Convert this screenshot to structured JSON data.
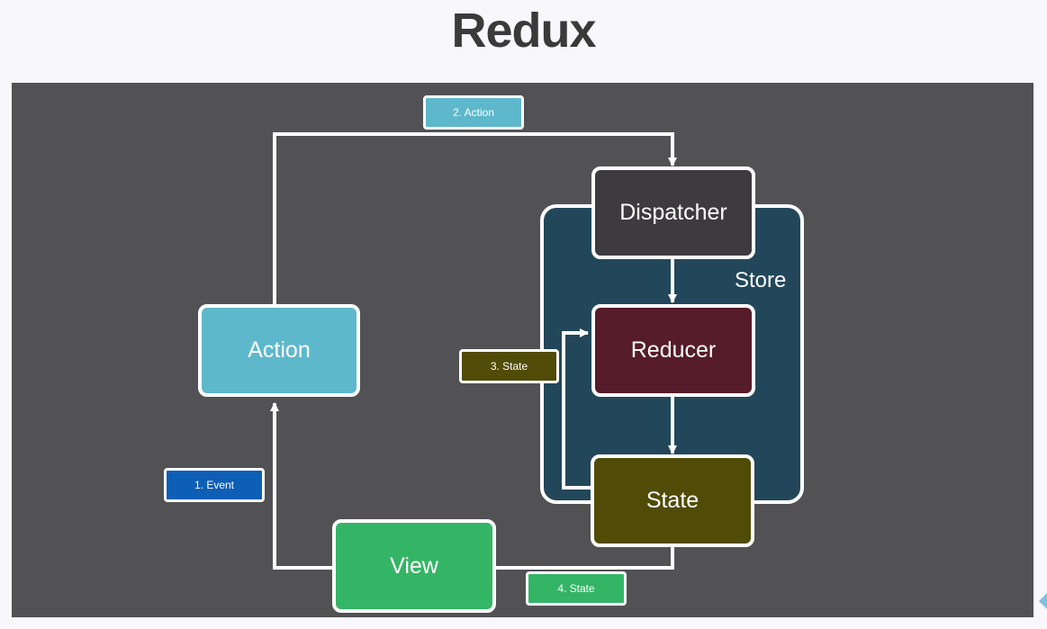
{
  "title": "Redux",
  "store": {
    "label": "Store"
  },
  "nodes": {
    "action": {
      "label": "Action",
      "color": "#5eb8cc"
    },
    "dispatcher": {
      "label": "Dispatcher",
      "color": "#3d3b3f"
    },
    "reducer": {
      "label": "Reducer",
      "color": "#561c29"
    },
    "state": {
      "label": "State",
      "color": "#504b06"
    },
    "view": {
      "label": "View",
      "color": "#34b566"
    }
  },
  "edge_labels": {
    "event": {
      "label": "1. Event",
      "color": "#0d5fb6"
    },
    "action": {
      "label": "2. Action",
      "color": "#5eb8cc"
    },
    "state_loop": {
      "label": "3. State",
      "color": "#504b06"
    },
    "state_view": {
      "label": "4. State",
      "color": "#34b566"
    }
  },
  "colors": {
    "background": "#525154",
    "store": "#23475a",
    "lines": "#ffffff"
  }
}
